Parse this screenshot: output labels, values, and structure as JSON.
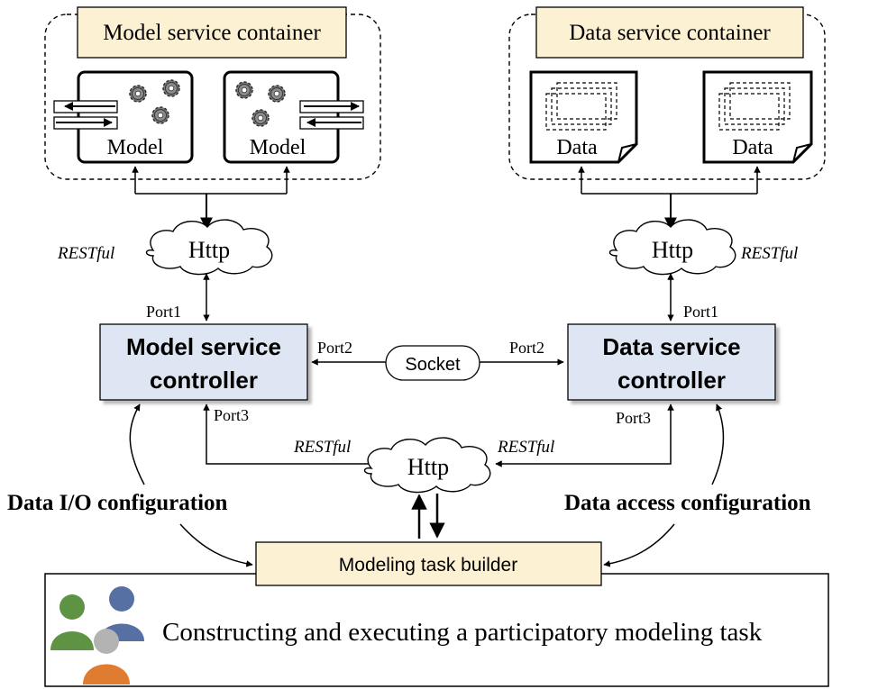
{
  "model_container": {
    "title": "Model service container",
    "model_labels": [
      "Model",
      "Model"
    ]
  },
  "data_container": {
    "title": "Data service container",
    "data_labels": [
      "Data",
      "Data"
    ]
  },
  "http_left": {
    "label": "Http",
    "protocol": "RESTful"
  },
  "http_right": {
    "label": "Http",
    "protocol": "RESTful"
  },
  "http_bottom": {
    "label": "Http",
    "protocol_left": "RESTful",
    "protocol_right": "RESTful"
  },
  "model_controller": {
    "line1": "Model service",
    "line2": "controller",
    "port1": "Port1",
    "port2": "Port2",
    "port3": "Port3"
  },
  "data_controller": {
    "line1": "Data service",
    "line2": "controller",
    "port1": "Port1",
    "port2": "Port2",
    "port3": "Port3"
  },
  "socket": {
    "label": "Socket"
  },
  "config_left": "Data I/O configuration",
  "config_right": "Data access configuration",
  "task_builder": {
    "label": "Modeling task builder"
  },
  "participants": {
    "caption": "Constructing and executing a participatory modeling task"
  },
  "colors": {
    "container_fill": "#fdf1d4",
    "controller_fill": "#dde6f2",
    "person_green": "#5e9343",
    "person_blue": "#5670a4",
    "person_gray": "#b3b3b3",
    "person_orange": "#e07c30"
  }
}
